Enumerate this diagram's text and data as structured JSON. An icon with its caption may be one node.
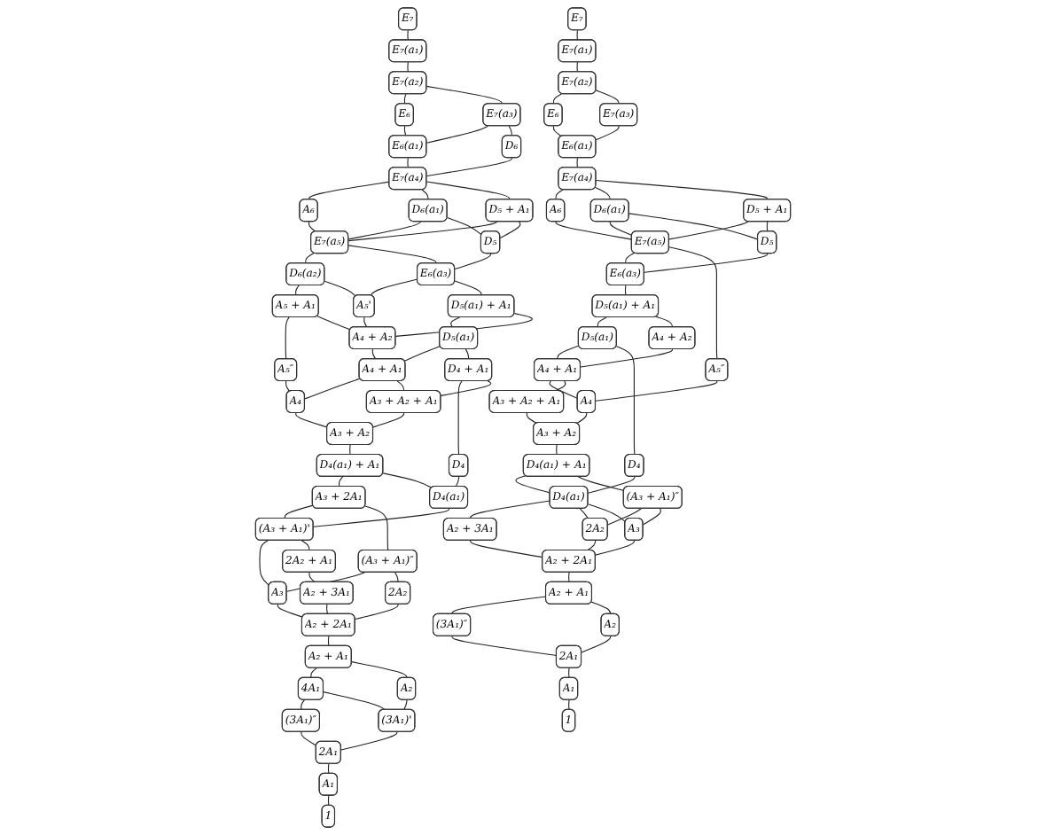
{
  "diagram": {
    "nodes": [
      {
        "text": [
          "E₇"
        ]
      },
      {
        "text": [
          "E₇(a₁)"
        ]
      },
      {
        "text": [
          "E₇(a₂)"
        ]
      },
      {
        "text": [
          "E₆"
        ]
      },
      {
        "text": [
          "E₇(a₃)"
        ]
      },
      {
        "text": [
          "D₆"
        ]
      },
      {
        "text": [
          "E₆(a₁)"
        ]
      },
      {
        "text": [
          "E₇(a₄)"
        ]
      },
      {
        "text": [
          "D₅ + A₁"
        ]
      },
      {
        "text": [
          "A₆"
        ]
      },
      {
        "text": [
          "D₆(a₁)"
        ]
      },
      {
        "text": [
          "E₇(a₅)"
        ]
      },
      {
        "text": [
          "D₅"
        ]
      },
      {
        "text": [
          "D₆(a₂)"
        ]
      },
      {
        "text": [
          "E₆(a₃)"
        ]
      },
      {
        "text": [
          "A₅'"
        ]
      },
      {
        "text": [
          "D₅(a₁) + A₁"
        ]
      },
      {
        "text": [
          "A₅ + A₁"
        ]
      },
      {
        "text": [
          "A₄ + A₂"
        ]
      },
      {
        "text": [
          "A₅″"
        ]
      },
      {
        "text": [
          "D₅(a₁)"
        ]
      },
      {
        "text": [
          "D₄ + A₁"
        ]
      },
      {
        "text": [
          "A₄ + A₁"
        ]
      },
      {
        "text": [
          "D₄"
        ]
      },
      {
        "text": [
          "A₄"
        ]
      },
      {
        "text": [
          "A₃ + A₂ + A₁"
        ]
      },
      {
        "text": [
          "A₃ + A₂"
        ]
      },
      {
        "text": [
          "D₄(a₁) + A₁"
        ]
      },
      {
        "text": [
          "A₃ + 2A₁"
        ]
      },
      {
        "text": [
          "D₄(a₁)"
        ]
      },
      {
        "text": [
          "(A₃ + A₁)'"
        ]
      },
      {
        "text": [
          "(A₃ + A₁)″"
        ]
      },
      {
        "text": [
          "2A₂ + A₁"
        ]
      },
      {
        "text": [
          "A₃"
        ]
      },
      {
        "text": [
          "A₂ + 3A₁"
        ]
      },
      {
        "text": [
          "2A₂"
        ]
      },
      {
        "text": [
          "A₂ + 2A₁"
        ]
      },
      {
        "text": [
          "A₂ + A₁"
        ]
      },
      {
        "text": [
          "4A₁"
        ]
      },
      {
        "text": [
          "(3A₁)″"
        ]
      },
      {
        "text": [
          "A₂"
        ]
      },
      {
        "text": [
          "(3A₁)'"
        ]
      },
      {
        "text": [
          "2A₁"
        ]
      },
      {
        "text": [
          "A₁"
        ]
      },
      {
        "text": [
          "1"
        ]
      },
      {
        "text": [
          "E₇"
        ]
      },
      {
        "text": [
          "E₇(a₁)"
        ]
      },
      {
        "text": [
          "E₇(a₂)"
        ]
      },
      {
        "text": [
          "E₆"
        ]
      },
      {
        "text": [
          "E₇(a₃)"
        ]
      },
      {
        "text": [
          "E₆(a₁)"
        ]
      },
      {
        "text": [
          "E₇(a₄)"
        ]
      },
      {
        "text": [
          "D₅ + A₁"
        ]
      },
      {
        "text": [
          "A₆"
        ]
      },
      {
        "text": [
          "D₆(a₁)"
        ]
      },
      {
        "text": [
          "E₇(a₅)"
        ]
      },
      {
        "text": [
          "D₅"
        ]
      },
      {
        "text": [
          "E₆(a₃)"
        ]
      },
      {
        "text": [
          "D₅(a₁) + A₁"
        ]
      },
      {
        "text": [
          "A₅″"
        ]
      },
      {
        "text": [
          "D₅(a₁)"
        ]
      },
      {
        "text": [
          "A₄ + A₂"
        ]
      },
      {
        "text": [
          "A₄ + A₁"
        ]
      },
      {
        "text": [
          "D₄"
        ]
      },
      {
        "text": [
          "A₄"
        ]
      },
      {
        "text": [
          "A₃ + A₂ + A₁"
        ]
      },
      {
        "text": [
          "A₃ + A₂"
        ]
      },
      {
        "text": [
          "D₄(a₁) + A₁"
        ]
      },
      {
        "text": [
          "D₄(a₁)"
        ]
      },
      {
        "text": [
          "(A₃ + A₁)″"
        ]
      },
      {
        "text": [
          "A₂ + 3A₁"
        ]
      },
      {
        "text": [
          "2A₂"
        ]
      },
      {
        "text": [
          "A₃"
        ]
      },
      {
        "text": [
          "A₂ + 2A₁"
        ]
      },
      {
        "text": [
          "A₂ + A₁"
        ]
      },
      {
        "text": [
          "(3A₁)″"
        ]
      },
      {
        "text": [
          "A₂"
        ]
      },
      {
        "text": [
          "2A₁"
        ]
      },
      {
        "text": [
          "A₁"
        ]
      },
      {
        "text": [
          "1"
        ]
      }
    ],
    "edges": [
      {
        "from": 0,
        "to": 1,
        "arrow": "none"
      },
      {
        "from": 1,
        "to": 2,
        "arrow": "none"
      },
      {
        "from": 2,
        "to": 3,
        "arrow": "none"
      },
      {
        "from": 2,
        "to": 4,
        "arrow": "none"
      },
      {
        "from": 3,
        "to": 6,
        "arrow": "none"
      },
      {
        "from": 4,
        "to": 6,
        "arrow": "none"
      },
      {
        "from": 4,
        "to": 5,
        "arrow": "none"
      },
      {
        "from": 6,
        "to": 7,
        "arrow": "none"
      },
      {
        "from": 5,
        "to": 7,
        "arrow": "none"
      },
      {
        "from": 7,
        "to": 9,
        "arrow": "none"
      },
      {
        "from": 7,
        "to": 10,
        "arrow": "none"
      },
      {
        "from": 7,
        "to": 8,
        "arrow": "none"
      },
      {
        "from": 9,
        "to": 11,
        "arrow": "none"
      },
      {
        "from": 10,
        "to": 11,
        "arrow": "none"
      },
      {
        "from": 8,
        "to": 11,
        "arrow": "none"
      },
      {
        "from": 10,
        "to": 12,
        "arrow": "none"
      },
      {
        "from": 8,
        "to": 12,
        "arrow": "none"
      },
      {
        "from": 11,
        "to": 13,
        "arrow": "none"
      },
      {
        "from": 11,
        "to": 14,
        "arrow": "none"
      },
      {
        "from": 12,
        "to": 14,
        "arrow": "none"
      },
      {
        "from": 13,
        "to": 17,
        "arrow": "none"
      },
      {
        "from": 17,
        "to": 19,
        "arrow": "none"
      },
      {
        "from": 13,
        "to": 15,
        "arrow": "none"
      },
      {
        "from": 14,
        "to": 15,
        "arrow": "none"
      },
      {
        "from": 15,
        "to": 18,
        "arrow": "none"
      },
      {
        "from": 14,
        "to": 16,
        "arrow": "none"
      },
      {
        "from": 16,
        "to": 20,
        "arrow": "none"
      },
      {
        "from": 16,
        "to": 18,
        "arrow": "none"
      },
      {
        "from": 17,
        "to": 18,
        "arrow": "none"
      },
      {
        "from": 18,
        "to": 22,
        "arrow": "none"
      },
      {
        "from": 20,
        "to": 22,
        "arrow": "none"
      },
      {
        "from": 20,
        "to": 21,
        "arrow": "none"
      },
      {
        "from": 21,
        "to": 23,
        "arrow": "none"
      },
      {
        "from": 21,
        "to": 25,
        "arrow": "none"
      },
      {
        "from": 19,
        "to": 24,
        "arrow": "none"
      },
      {
        "from": 22,
        "to": 24,
        "arrow": "none"
      },
      {
        "from": 24,
        "to": 26,
        "arrow": "none"
      },
      {
        "from": 22,
        "to": 25,
        "arrow": "none"
      },
      {
        "from": 25,
        "to": 26,
        "arrow": "none"
      },
      {
        "from": 26,
        "to": 27,
        "arrow": "none"
      },
      {
        "from": 27,
        "to": 28,
        "arrow": "none"
      },
      {
        "from": 23,
        "to": 29,
        "arrow": "none"
      },
      {
        "from": 27,
        "to": 29,
        "arrow": "none"
      },
      {
        "from": 28,
        "to": 30,
        "arrow": "none"
      },
      {
        "from": 28,
        "to": 31,
        "arrow": "none"
      },
      {
        "from": 29,
        "to": 30,
        "arrow": "none"
      },
      {
        "from": 30,
        "to": 33,
        "arrow": "none"
      },
      {
        "from": 30,
        "to": 32,
        "arrow": "none"
      },
      {
        "from": 31,
        "to": 33,
        "arrow": "none"
      },
      {
        "from": 31,
        "to": 35,
        "arrow": "none"
      },
      {
        "from": 32,
        "to": 34,
        "arrow": "none"
      },
      {
        "from": 34,
        "to": 36,
        "arrow": "none"
      },
      {
        "from": 35,
        "to": 36,
        "arrow": "none"
      },
      {
        "from": 33,
        "to": 36,
        "arrow": "none"
      },
      {
        "from": 36,
        "to": 37,
        "arrow": "none"
      },
      {
        "from": 37,
        "to": 38,
        "arrow": "none"
      },
      {
        "from": 37,
        "to": 40,
        "arrow": "none"
      },
      {
        "from": 38,
        "to": 39,
        "arrow": "none"
      },
      {
        "from": 38,
        "to": 41,
        "arrow": "none"
      },
      {
        "from": 40,
        "to": 41,
        "arrow": "none"
      },
      {
        "from": 39,
        "to": 42,
        "arrow": "none"
      },
      {
        "from": 41,
        "to": 42,
        "arrow": "none"
      },
      {
        "from": 42,
        "to": 43,
        "arrow": "none"
      },
      {
        "from": 43,
        "to": 44,
        "arrow": "none"
      },
      {
        "from": 45,
        "to": 46,
        "arrow": "none"
      },
      {
        "from": 46,
        "to": 47,
        "arrow": "none"
      },
      {
        "from": 47,
        "to": 48,
        "arrow": "none"
      },
      {
        "from": 47,
        "to": 49,
        "arrow": "none"
      },
      {
        "from": 48,
        "to": 50,
        "arrow": "none"
      },
      {
        "from": 49,
        "to": 50,
        "arrow": "none"
      },
      {
        "from": 50,
        "to": 51,
        "arrow": "none"
      },
      {
        "from": 51,
        "to": 53,
        "arrow": "none"
      },
      {
        "from": 51,
        "to": 54,
        "arrow": "none"
      },
      {
        "from": 51,
        "to": 52,
        "arrow": "none"
      },
      {
        "from": 52,
        "to": 55,
        "arrow": "none"
      },
      {
        "from": 52,
        "to": 56,
        "arrow": "none"
      },
      {
        "from": 54,
        "to": 55,
        "arrow": "none"
      },
      {
        "from": 54,
        "to": 56,
        "arrow": "none"
      },
      {
        "from": 53,
        "to": 55,
        "arrow": "none"
      },
      {
        "from": 55,
        "to": 57,
        "arrow": "none"
      },
      {
        "from": 56,
        "to": 57,
        "arrow": "none"
      },
      {
        "from": 55,
        "to": 59,
        "arrow": "none"
      },
      {
        "from": 57,
        "to": 58,
        "arrow": "none"
      },
      {
        "from": 58,
        "to": 60,
        "arrow": "none"
      },
      {
        "from": 58,
        "to": 61,
        "arrow": "none"
      },
      {
        "from": 61,
        "to": 62,
        "arrow": "none"
      },
      {
        "from": 60,
        "to": 62,
        "arrow": "none"
      },
      {
        "from": 60,
        "to": 63,
        "arrow": "none"
      },
      {
        "from": 59,
        "to": 64,
        "arrow": "none"
      },
      {
        "from": 62,
        "to": 64,
        "arrow": "none"
      },
      {
        "from": 64,
        "to": 66,
        "arrow": "none"
      },
      {
        "from": 62,
        "to": 65,
        "arrow": "none"
      },
      {
        "from": 65,
        "to": 66,
        "arrow": "none"
      },
      {
        "from": 66,
        "to": 67,
        "arrow": "none"
      },
      {
        "from": 67,
        "to": 68,
        "arrow": "none"
      },
      {
        "from": 67,
        "to": 69,
        "arrow": "none"
      },
      {
        "from": 63,
        "to": 68,
        "arrow": "none"
      },
      {
        "from": 68,
        "to": 70,
        "arrow": "none"
      },
      {
        "from": 68,
        "to": 71,
        "arrow": "none"
      },
      {
        "from": 68,
        "to": 72,
        "arrow": "none"
      },
      {
        "from": 69,
        "to": 71,
        "arrow": "none"
      },
      {
        "from": 69,
        "to": 72,
        "arrow": "none"
      },
      {
        "from": 70,
        "to": 73,
        "arrow": "none"
      },
      {
        "from": 71,
        "to": 73,
        "arrow": "none"
      },
      {
        "from": 72,
        "to": 73,
        "arrow": "none"
      },
      {
        "from": 73,
        "to": 74,
        "arrow": "none"
      },
      {
        "from": 74,
        "to": 75,
        "arrow": "none"
      },
      {
        "from": 74,
        "to": 76,
        "arrow": "none"
      },
      {
        "from": 75,
        "to": 77,
        "arrow": "none"
      },
      {
        "from": 76,
        "to": 77,
        "arrow": "none"
      },
      {
        "from": 77,
        "to": 78,
        "arrow": "none"
      },
      {
        "from": 78,
        "to": 79,
        "arrow": "none"
      }
    ]
  }
}
